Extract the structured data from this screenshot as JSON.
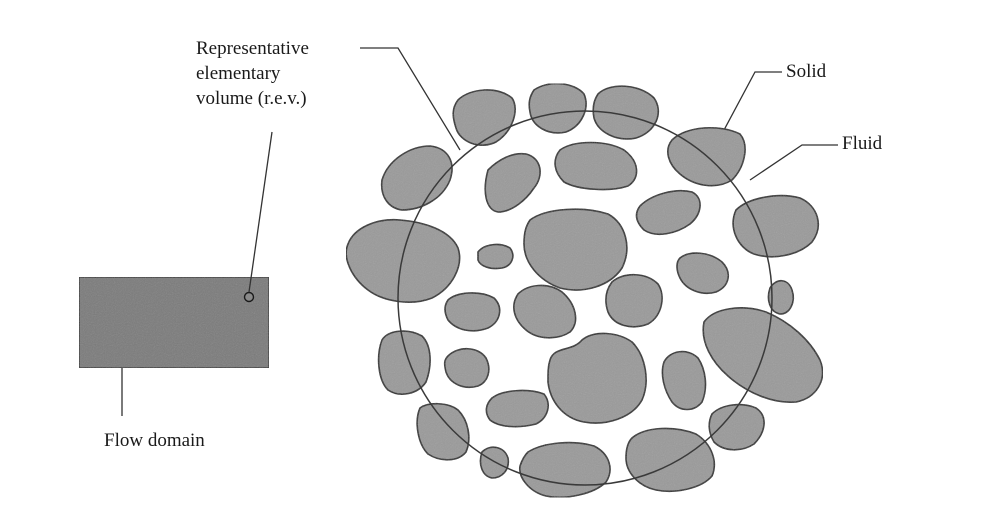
{
  "labels": {
    "rev_line1": "Representative",
    "rev_line2": "elementary",
    "rev_line3": "volume (r.e.v.)",
    "solid": "Solid",
    "fluid": "Fluid",
    "flow_domain": "Flow domain"
  },
  "colors": {
    "grain_fill": "#9a9a9a",
    "domain_fill": "#7a7a7a",
    "outline": "#2b2b2b"
  }
}
